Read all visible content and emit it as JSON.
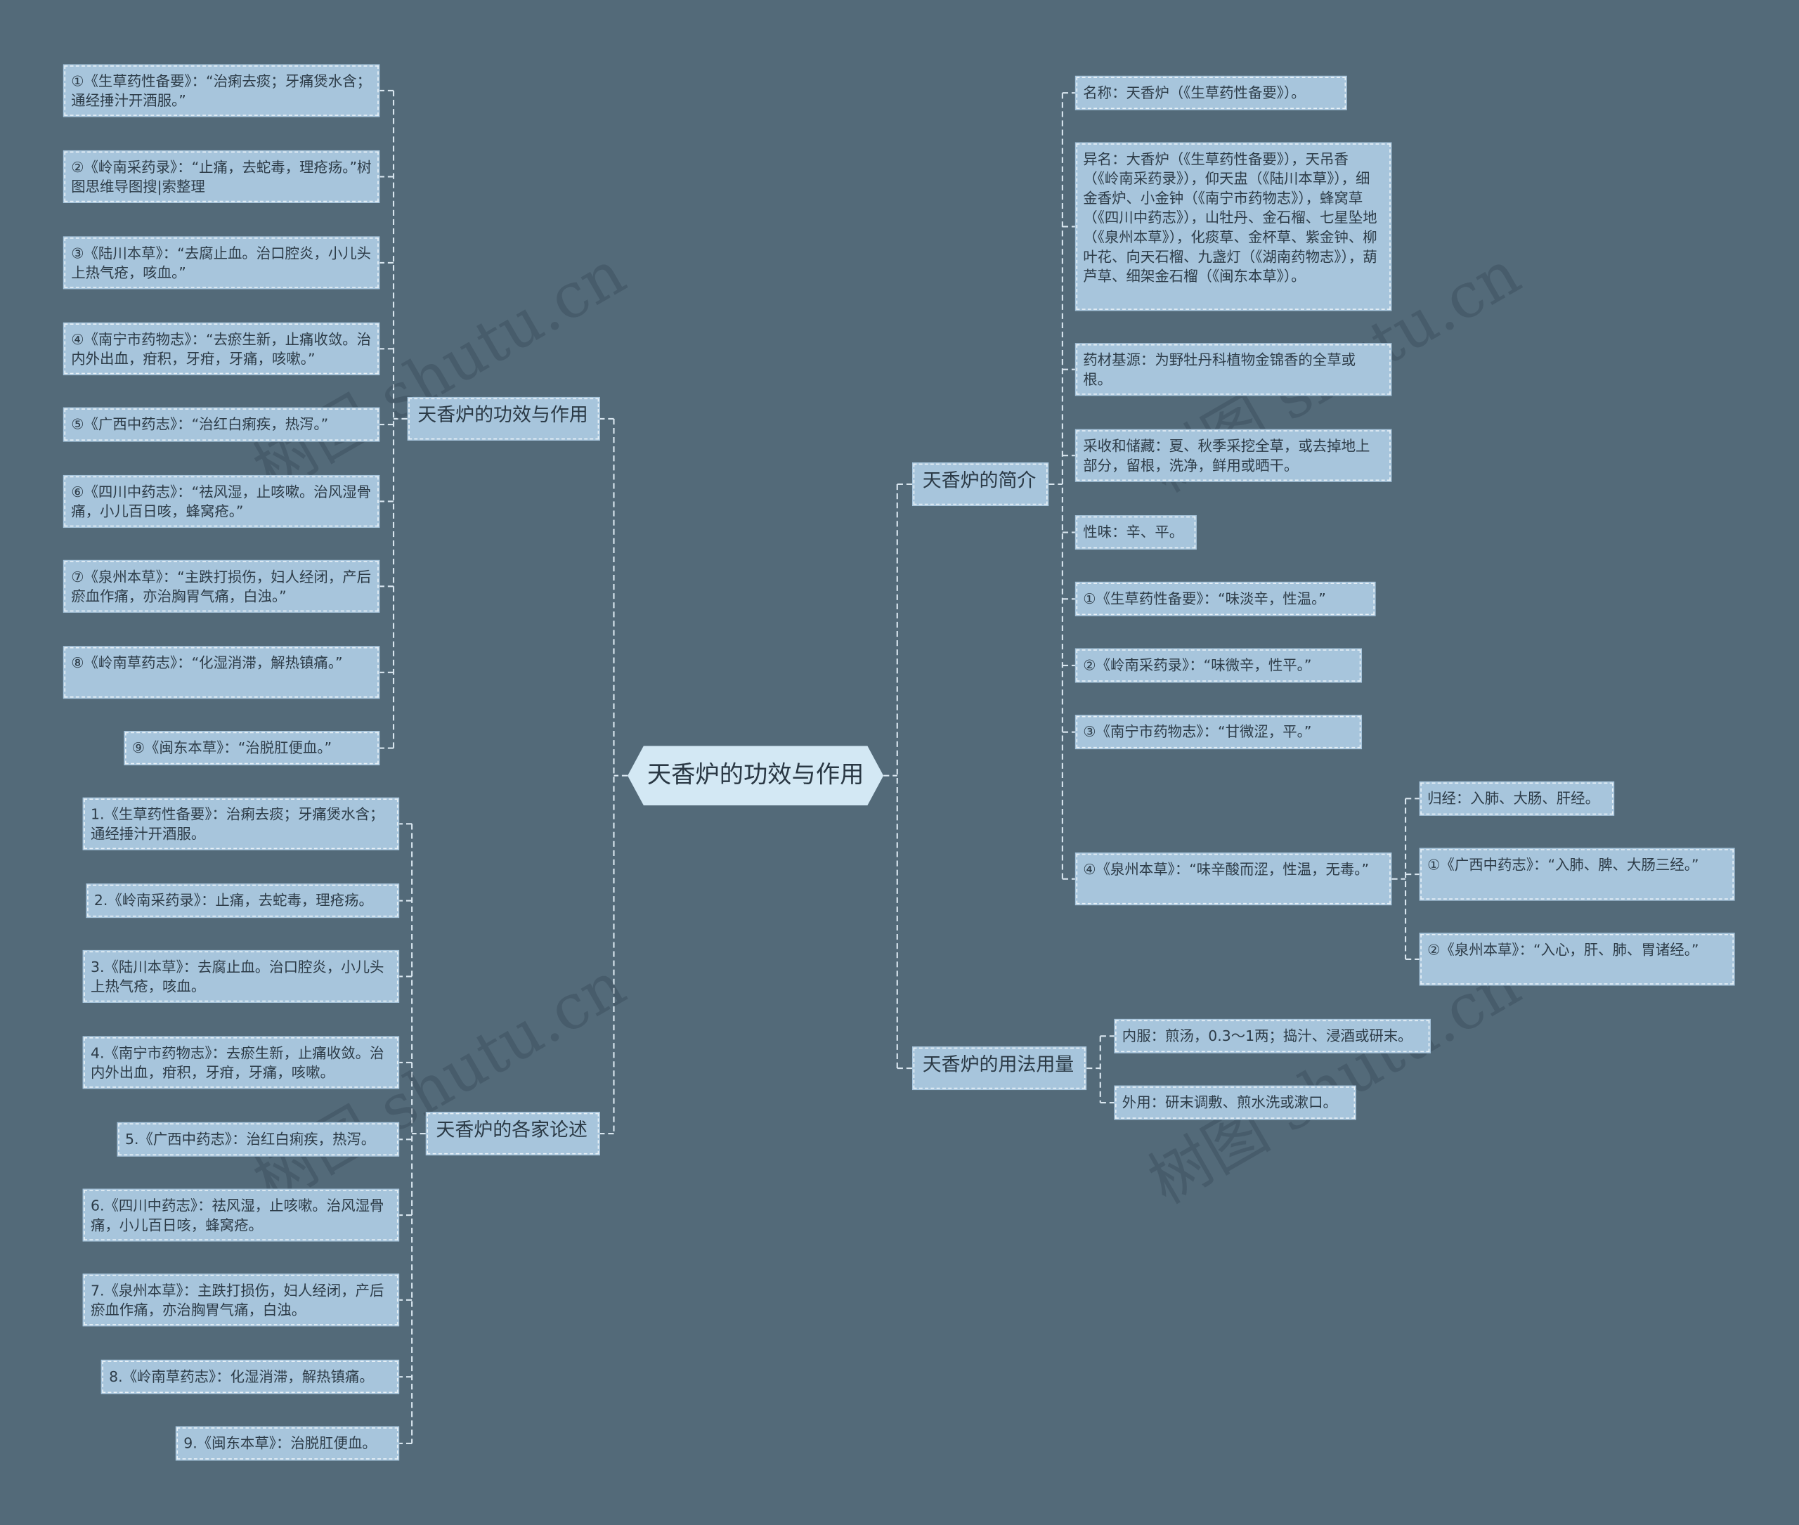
{
  "root": "天香炉的功效与作用",
  "branches": {
    "gongxiao": "天香炉的功效与作用",
    "lunshu": "天香炉的各家论述",
    "jianjie": "天香炉的简介",
    "yongfa": "天香炉的用法用量"
  },
  "gongxiao_items": [
    "①《生草药性备要》：“治痢去痰；牙痛煲水含；通经捶汁开酒服。”",
    "②《岭南采药录》：“止痛，去蛇毒，理疮疡。”树图思维导图搜|索整理",
    "③《陆川本草》：“去腐止血。治口腔炎，小儿头上热气疮，咳血。”",
    "④《南宁市药物志》：“去瘀生新，止痛收敛。治内外出血，疳积，牙疳，牙痛，咳嗽。”",
    "⑤《广西中药志》：“治红白痢疾，热泻。”",
    "⑥《四川中药志》：“祛风湿，止咳嗽。治风湿骨痛，小儿百日咳，蜂窝疮。”",
    "⑦《泉州本草》：“主跌打损伤，妇人经闭，产后瘀血作痛，亦治胸胃气痛，白浊。”",
    "⑧《岭南草药志》：“化湿消滞，解热镇痛。”",
    "⑨《闽东本草》：“治脱肛便血。”"
  ],
  "lunshu_items": [
    "1.《生草药性备要》：治痢去痰；牙痛煲水含；通经捶汁开酒服。",
    "2.《岭南采药录》：止痛，去蛇毒，理疮疡。",
    "3.《陆川本草》：去腐止血。治口腔炎，小儿头上热气疮，咳血。",
    "4.《南宁市药物志》：去瘀生新，止痛收敛。治内外出血，疳积，牙疳，牙痛，咳嗽。",
    "5.《广西中药志》：治红白痢疾，热泻。",
    "6.《四川中药志》：祛风湿，止咳嗽。治风湿骨痛，小儿百日咳，蜂窝疮。",
    "7.《泉州本草》：主跌打损伤，妇人经闭，产后瘀血作痛，亦治胸胃气痛，白浊。",
    "8.《岭南草药志》：化湿消滞，解热镇痛。",
    "9.《闽东本草》：治脱肛便血。"
  ],
  "jianjie_items": [
    "名称：天香炉（《生草药性备要》）。",
    "异名：大香炉（《生草药性备要》），天吊香（《岭南采药录》），仰天盅（《陆川本草》），细金香炉、小金钟（《南宁市药物志》），蜂窝草（《四川中药志》），山牡丹、金石榴、七星坠地（《泉州本草》），化痰草、金杯草、紫金钟、柳叶花、向天石榴、九盏灯（《湖南药物志》），葫芦草、细架金石榴（《闽东本草》）。",
    "药材基源：为野牡丹科植物金锦香的全草或根。",
    "采收和储藏：夏、秋季采挖全草，或去掉地上部分，留根，洗净，鲜用或晒干。",
    "性味：辛、平。",
    "①《生草药性备要》：“味淡辛，性温。”",
    "②《岭南采药录》：“味微辛，性平。”",
    "③《南宁市药物志》：“甘微涩，平。”",
    "④《泉州本草》：“味辛酸而涩，性温，无毒。”"
  ],
  "guijing_items": [
    "归经：入肺、大肠、肝经。",
    "①《广西中药志》：“入肺、脾、大肠三经。”",
    "②《泉州本草》：“入心，肝、肺、胃诸经。”"
  ],
  "yongfa_items": [
    "内服：煎汤，0.3～1两；捣汁、浸酒或研末。",
    "外用：研末调敷、煎水洗或漱口。"
  ],
  "watermark": "树图 shutu.cn",
  "colors": {
    "background": "#536a79",
    "node": "#a7c5dc",
    "root": "#d3e8f4",
    "line": "#d9e6ef"
  }
}
